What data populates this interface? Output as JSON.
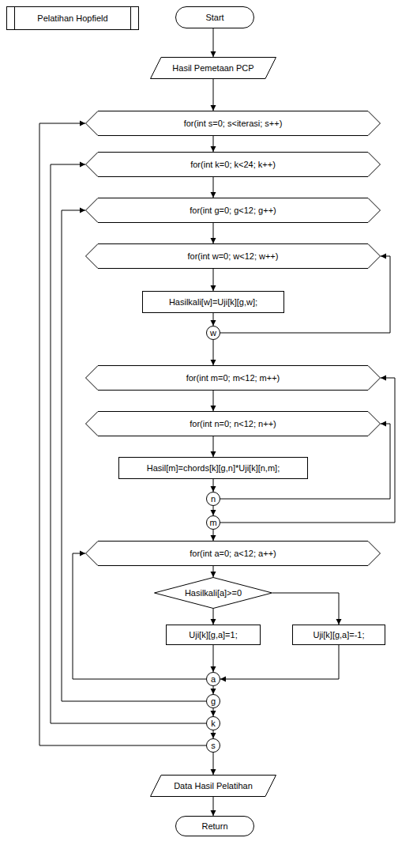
{
  "diagram": {
    "nodes": [
      {
        "text": [
          "Pelatihan Hopfield"
        ]
      },
      {
        "text": [
          "Start"
        ]
      },
      {
        "text": [
          "Hasil Pemetaan PCP"
        ]
      },
      {
        "text": [
          "for(int s=0; s<iterasi; s++)"
        ]
      },
      {
        "text": [
          "for(int k=0; k<24; k++)"
        ]
      },
      {
        "text": [
          "for(int g=0; g<12; g++)"
        ]
      },
      {
        "text": [
          "for(int w=0; w<12; w++)"
        ]
      },
      {
        "text": [
          "Hasilkali[w]=Uji[k][g,w];"
        ]
      },
      {
        "text": [
          "w"
        ]
      },
      {
        "text": [
          "for(int m=0; m<12; m++)"
        ]
      },
      {
        "text": [
          "for(int n=0; n<12; n++)"
        ]
      },
      {
        "text": [
          "Hasil[m]=chords[k][g,n]*Uji[k][n,m];"
        ]
      },
      {
        "text": [
          "n"
        ]
      },
      {
        "text": [
          "m"
        ]
      },
      {
        "text": [
          "for(int a=0; a<12; a++)"
        ]
      },
      {
        "text": [
          "Hasilkali[a]>=0"
        ]
      },
      {
        "text": [
          "Uji[k][g,a]=1;"
        ]
      },
      {
        "text": [
          "Uji[k][g,a]=-1;"
        ]
      },
      {
        "text": [
          "a"
        ]
      },
      {
        "text": [
          "g"
        ]
      },
      {
        "text": [
          "k"
        ]
      },
      {
        "text": [
          "s"
        ]
      },
      {
        "text": [
          "Data Hasil Pelatihan"
        ]
      },
      {
        "text": [
          "Return"
        ]
      }
    ],
    "edges": [
      {
        "from": 1,
        "to": 2,
        "arrow": "to"
      },
      {
        "from": 2,
        "to": 3,
        "arrow": "to"
      },
      {
        "from": 3,
        "to": 4,
        "arrow": "to"
      },
      {
        "from": 4,
        "to": 5,
        "arrow": "to"
      },
      {
        "from": 5,
        "to": 6,
        "arrow": "to"
      },
      {
        "from": 6,
        "to": 7,
        "arrow": "to"
      },
      {
        "from": 7,
        "to": 8,
        "arrow": "to"
      },
      {
        "from": 8,
        "to": 6,
        "arrow": "to"
      },
      {
        "from": 8,
        "to": 9,
        "arrow": "to"
      },
      {
        "from": 9,
        "to": 10,
        "arrow": "to"
      },
      {
        "from": 10,
        "to": 11,
        "arrow": "to"
      },
      {
        "from": 11,
        "to": 12,
        "arrow": "to"
      },
      {
        "from": 12,
        "to": 10,
        "arrow": "to"
      },
      {
        "from": 12,
        "to": 13,
        "arrow": "to"
      },
      {
        "from": 13,
        "to": 9,
        "arrow": "to"
      },
      {
        "from": 13,
        "to": 14,
        "arrow": "to"
      },
      {
        "from": 14,
        "to": 15,
        "arrow": "to"
      },
      {
        "from": 15,
        "to": 16,
        "arrow": "to"
      },
      {
        "from": 15,
        "to": 17,
        "arrow": "to"
      },
      {
        "from": 16,
        "to": 18,
        "arrow": "to"
      },
      {
        "from": 17,
        "to": 18,
        "arrow": "to"
      },
      {
        "from": 18,
        "to": 14,
        "arrow": "to"
      },
      {
        "from": 18,
        "to": 19,
        "arrow": "to"
      },
      {
        "from": 19,
        "to": 5,
        "arrow": "to"
      },
      {
        "from": 19,
        "to": 20,
        "arrow": "to"
      },
      {
        "from": 20,
        "to": 4,
        "arrow": "to"
      },
      {
        "from": 20,
        "to": 21,
        "arrow": "to"
      },
      {
        "from": 21,
        "to": 3,
        "arrow": "to"
      },
      {
        "from": 21,
        "to": 22,
        "arrow": "to"
      },
      {
        "from": 22,
        "to": 23,
        "arrow": "to"
      }
    ]
  }
}
